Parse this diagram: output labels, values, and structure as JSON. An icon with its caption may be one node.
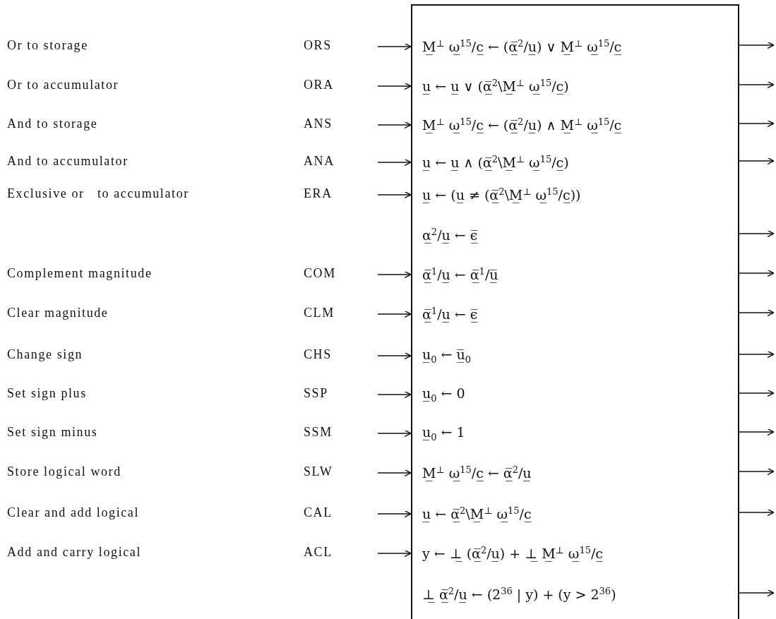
{
  "diagram": {
    "nodes": [
      {
        "text": [],
        "shape": "box"
      },
      {
        "text": [
          "M̲$^{⊥}$ ω̲$^{15}$/c̲ ← (α̲̅$^{2}$/u̲) ∨ M̲$^{⊥}$ ω̲$^{15}$/c̲"
        ],
        "in": 0
      },
      {
        "text": [
          "u̲ ← u̲ ∨ (α̲̅$^{2}$\\M̲$^{⊥}$ ω̲$^{15}$/c̲)"
        ],
        "in": 0
      },
      {
        "text": [
          "M̲$^{⊥}$ ω̲$^{15}$/c̲ ← (α̲̅$^{2}$/u̲) ∧ M̲$^{⊥}$ ω̲$^{15}$/c̲"
        ],
        "in": 0
      },
      {
        "text": [
          "u̲ ← u̲ ∧ (α̲̅$^{2}$\\M̲$^{⊥}$ ω̲$^{15}$/c̲)"
        ],
        "in": 0
      },
      {
        "text": [
          "u̲ ← (u̲ ≠ (α̲̅$^{2}$\\M̲$^{⊥}$ ω̲$^{15}$/c̲))"
        ],
        "in": 0
      },
      {
        "text": [
          "α̲$^{2}$/u̲ ← ϵ̲̅"
        ],
        "in": 0
      },
      {
        "text": [
          "α̲̅$^{1}$/u̲ ← α̲̅$^{1}$/u̲̅"
        ],
        "in": 0
      },
      {
        "text": [
          "α̲̅$^{1}$/u̲ ← ϵ̲̅"
        ],
        "in": 0
      },
      {
        "text": [
          "u̲$_{0}$ ← u̲̅$_{0}$"
        ],
        "in": 0
      },
      {
        "text": [
          "u̲$_{0}$ ← 0"
        ],
        "in": 0
      },
      {
        "text": [
          "u̲$_{0}$ ← 1"
        ],
        "in": 0
      },
      {
        "text": [
          "M̲$^{⊥}$ ω̲$^{15}$/c̲ ← α̲̅$^{2}$/u̲"
        ],
        "in": 0
      },
      {
        "text": [
          "u̲ ← α̲̅$^{2}$\\M̲$^{⊥}$ ω̲$^{15}$/c̲"
        ],
        "in": 0
      },
      {
        "text": [
          "y ← ⊥̲ (α̲̅$^{2}$/u̲) + ⊥̲ M̲$^{⊥}$ ω̲$^{15}$/c̲"
        ],
        "in": 0
      },
      {
        "text": [
          "⊥̲ α̲̅$^{2}$/u̲ ← (2$^{36}$ | y) + (y > 2$^{36}$)"
        ],
        "in": 0
      }
    ],
    "edges": [
      {
        "from": null,
        "to": 1,
        "arrow": "to"
      },
      {
        "from": 0,
        "to": null,
        "arrow": "to"
      },
      {
        "from": null,
        "to": 2,
        "arrow": "to"
      },
      {
        "from": 0,
        "to": null,
        "arrow": "to"
      },
      {
        "from": null,
        "to": 3,
        "arrow": "to"
      },
      {
        "from": 0,
        "to": null,
        "arrow": "to"
      },
      {
        "from": null,
        "to": 4,
        "arrow": "to"
      },
      {
        "from": 0,
        "to": null,
        "arrow": "to"
      },
      {
        "from": null,
        "to": 5,
        "arrow": "to"
      },
      {
        "from": 0,
        "to": null,
        "arrow": "to"
      },
      {
        "from": null,
        "to": 7,
        "arrow": "to"
      },
      {
        "from": 0,
        "to": null,
        "arrow": "to"
      },
      {
        "from": null,
        "to": 8,
        "arrow": "to"
      },
      {
        "from": 0,
        "to": null,
        "arrow": "to"
      },
      {
        "from": null,
        "to": 9,
        "arrow": "to"
      },
      {
        "from": 0,
        "to": null,
        "arrow": "to"
      },
      {
        "from": null,
        "to": 10,
        "arrow": "to"
      },
      {
        "from": 0,
        "to": null,
        "arrow": "to"
      },
      {
        "from": null,
        "to": 11,
        "arrow": "to"
      },
      {
        "from": 0,
        "to": null,
        "arrow": "to"
      },
      {
        "from": null,
        "to": 12,
        "arrow": "to"
      },
      {
        "from": 0,
        "to": null,
        "arrow": "to"
      },
      {
        "from": null,
        "to": 13,
        "arrow": "to"
      },
      {
        "from": 0,
        "to": null,
        "arrow": "to"
      },
      {
        "from": null,
        "to": 14,
        "arrow": "to"
      },
      {
        "from": 0,
        "to": null,
        "arrow": "to"
      }
    ],
    "labels": [
      "Or to storage",
      "ORS",
      "Or to accumulator",
      "ORA",
      "And to storage",
      "ANS",
      "And to accumulator",
      "ANA",
      "Exclusive or   to accumulator",
      "ERA",
      "Complement magnitude",
      "COM",
      "Clear magnitude",
      "CLM",
      "Change sign",
      "CHS",
      "Set sign plus",
      "SSP",
      "Set sign minus",
      "SSM",
      "Store logical word",
      "SLW",
      "Clear and add logical",
      "CAL",
      "Add and carry logical",
      "ACL"
    ]
  }
}
